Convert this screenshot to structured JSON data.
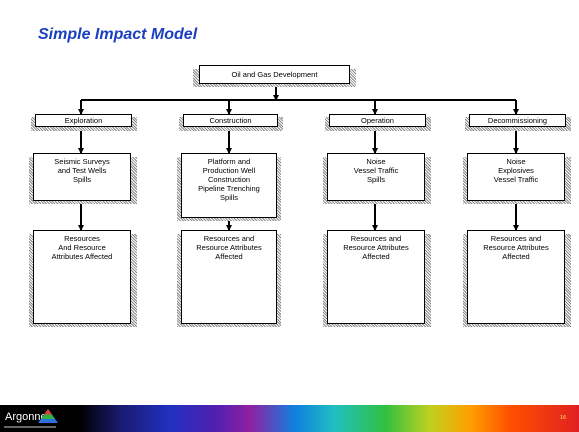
{
  "title": "Simple Impact Model",
  "root": "Oil and Gas Development",
  "phases": [
    {
      "label": "Exploration",
      "activities": "Seismic Surveys\nand Test Wells\nSpills",
      "effects": "Resources\nAnd Resource\nAttributes Affected"
    },
    {
      "label": "Construction",
      "activities": "Platform and\nProduction Well\nConstruction\nPipeline Trenching\nSpills",
      "effects": "Resources and\nResource Attributes\nAffected"
    },
    {
      "label": "Operation",
      "activities": "Noise\nVessel Traffic\nSpills",
      "effects": "Resources and\nResource Attributes\nAffected"
    },
    {
      "label": "Decommissioning",
      "activities": "Noise\nExplosives\nVessel Traffic",
      "effects": "Resources and\nResource Attributes\nAffected"
    }
  ],
  "footer": {
    "logo": "Argonne",
    "page": "16"
  },
  "colors": {
    "title": "#1a3fc0",
    "line": "#000000"
  }
}
